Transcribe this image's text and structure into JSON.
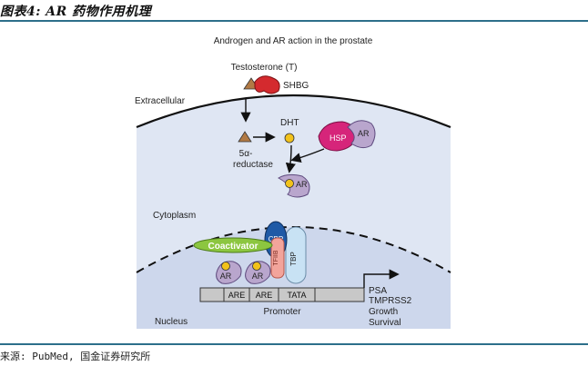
{
  "caption": {
    "figure_title": "图表4: AR 药物作用机理",
    "source": "来源: PubMed, 国金证券研究所"
  },
  "diagram": {
    "title": "Androgen and AR action in the prostate",
    "labels": {
      "testosterone": "Testosterone (T)",
      "shbg": "SHBG",
      "extracellular": "Extracellular",
      "dht": "DHT",
      "reductase_1": "5α-",
      "reductase_2": "reductase",
      "hsp": "HSP",
      "ar": "AR",
      "cytoplasm": "Cytoplasm",
      "coactivator": "Coactivator",
      "cbp": "CBP",
      "tfiib": "TFIIB",
      "tbp": "TBP",
      "are_1": "ARE",
      "are_2": "ARE",
      "tata": "TATA",
      "promoter": "Promoter",
      "nucleus": "Nucleus",
      "psa": "PSA",
      "tmprss2": "TMPRSS2",
      "growth": "Growth",
      "survival": "Survival"
    },
    "colors": {
      "cell_fill": "#dfe6f3",
      "nucleus_fill": "#cdd7ec",
      "ar_receptor": "#b9a6cd",
      "hsp": "#d6257a",
      "shbg": "#d42a2e",
      "androgen": "#f2c21b",
      "testosterone_triangle": "#b17a45",
      "coactivator": "#8cc640",
      "cbp": "#1f5aa6",
      "tfiib": "#f2a49b",
      "tbp": "#c8e2f4",
      "dna_box": "#c8c8c8"
    }
  }
}
